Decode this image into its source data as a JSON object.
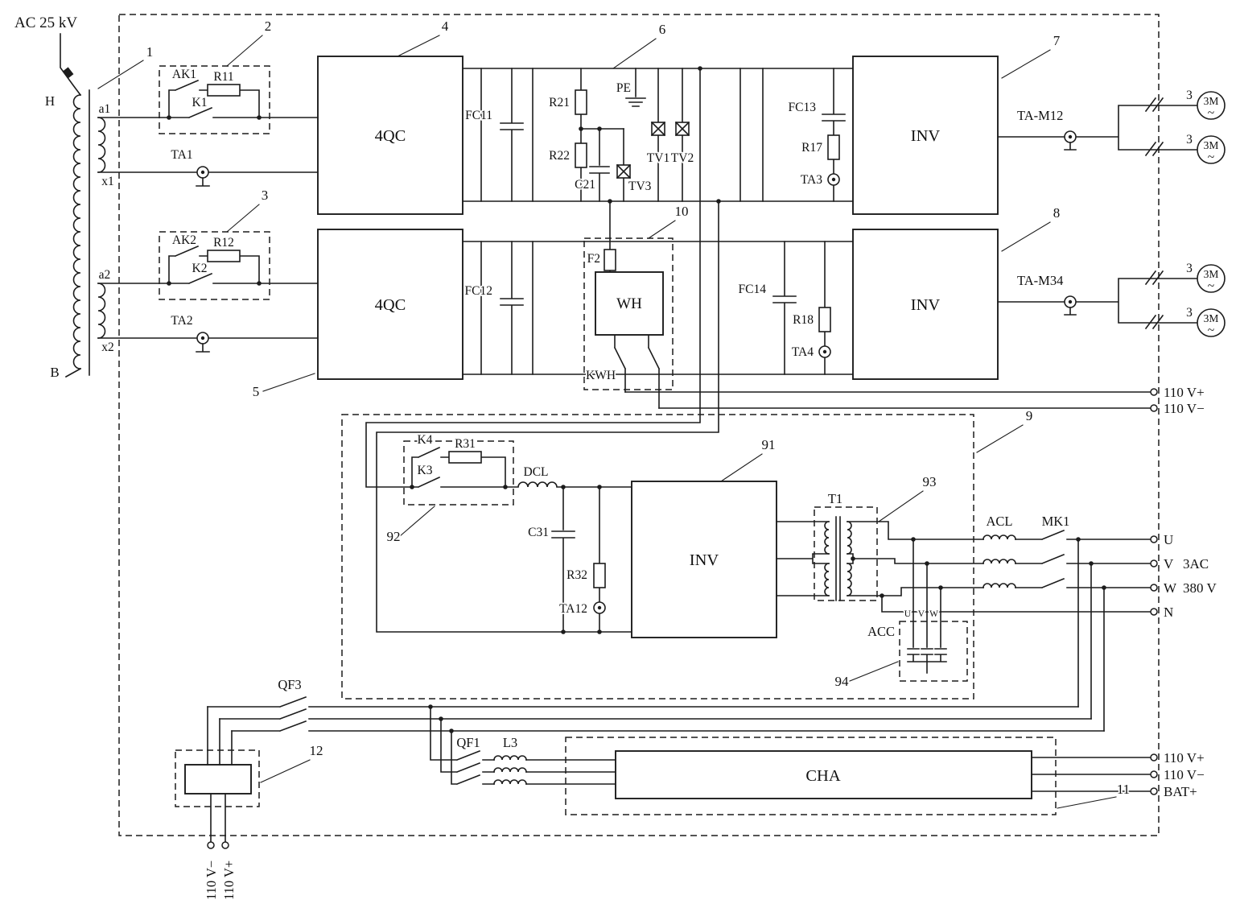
{
  "labels": {
    "supply": "AC 25 kV",
    "v110p": "110 V+",
    "v110m": "110 V−",
    "fourqc": "4QC",
    "inv": "INV",
    "trans": {
      "h": "H",
      "b": "B",
      "a1": "a1",
      "x1": "x1",
      "a2": "a2",
      "x2": "x2"
    },
    "grp2": {
      "ak": "AK1",
      "r": "R11",
      "k": "K1",
      "ta": "TA1"
    },
    "grp3": {
      "ak": "AK2",
      "r": "R12",
      "k": "K2",
      "ta": "TA2"
    },
    "link": {
      "fc11": "FC11",
      "fc12": "FC12",
      "fc13": "FC13",
      "fc14": "FC14",
      "r21": "R21",
      "r22": "R22",
      "c21": "C21",
      "pe": "PE",
      "tv1": "TV1",
      "tv2": "TV2",
      "tv3": "TV3",
      "r17": "R17",
      "ta3": "TA3",
      "r18": "R18",
      "ta4": "TA4"
    },
    "heat": {
      "f2": "F2",
      "wh": "WH",
      "kwh": "KWH"
    },
    "trac": {
      "tam12": "TA-M12",
      "tam34": "TA-M34",
      "motor": "3M",
      "wave": "~",
      "ph": "3"
    },
    "aux": {
      "k4": "K4",
      "r31": "R31",
      "k3": "K3",
      "dcl": "DCL",
      "c31": "C31",
      "r32": "R32",
      "ta12": "TA12",
      "t1": "T1",
      "acl": "ACL",
      "mk1": "MK1",
      "acc": "ACC",
      "u": "U",
      "v": "V",
      "w": "W",
      "n": "N",
      "ac3": "3AC",
      "v380": "380 V"
    },
    "batt": {
      "qf3": "QF3",
      "qf1": "QF1",
      "l3": "L3",
      "cha": "CHA",
      "bat": "BAT+"
    },
    "refs": {
      "n1": "1",
      "n2": "2",
      "n3": "3",
      "n4": "4",
      "n5": "5",
      "n6": "6",
      "n7": "7",
      "n8": "8",
      "n9": "9",
      "n10": "10",
      "n11": "11",
      "n12": "12",
      "n91": "91",
      "n92": "92",
      "n93": "93",
      "n94": "94"
    }
  }
}
